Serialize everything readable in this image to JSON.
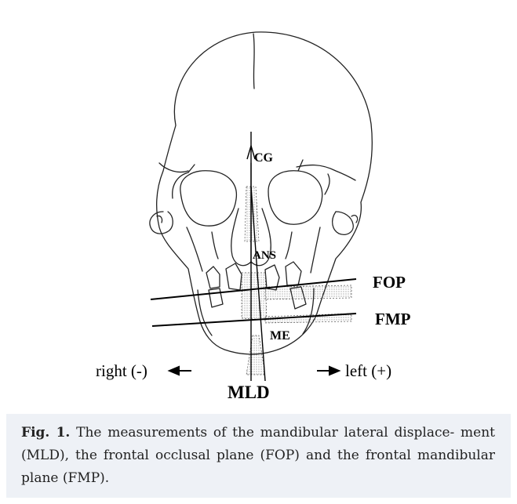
{
  "figure": {
    "labels": {
      "cg": "CG",
      "ans": "ANS",
      "fop": "FOP",
      "fmp": "FMP",
      "me": "ME",
      "mld": "MLD",
      "right": "right (-)",
      "left": "left (+)"
    },
    "caption": {
      "label": "Fig. 1.",
      "text": "The measurements of the mandibular lateral displace- ment (MLD), the frontal occlusal plane (FOP) and the frontal mandibular plane (FMP)."
    }
  }
}
